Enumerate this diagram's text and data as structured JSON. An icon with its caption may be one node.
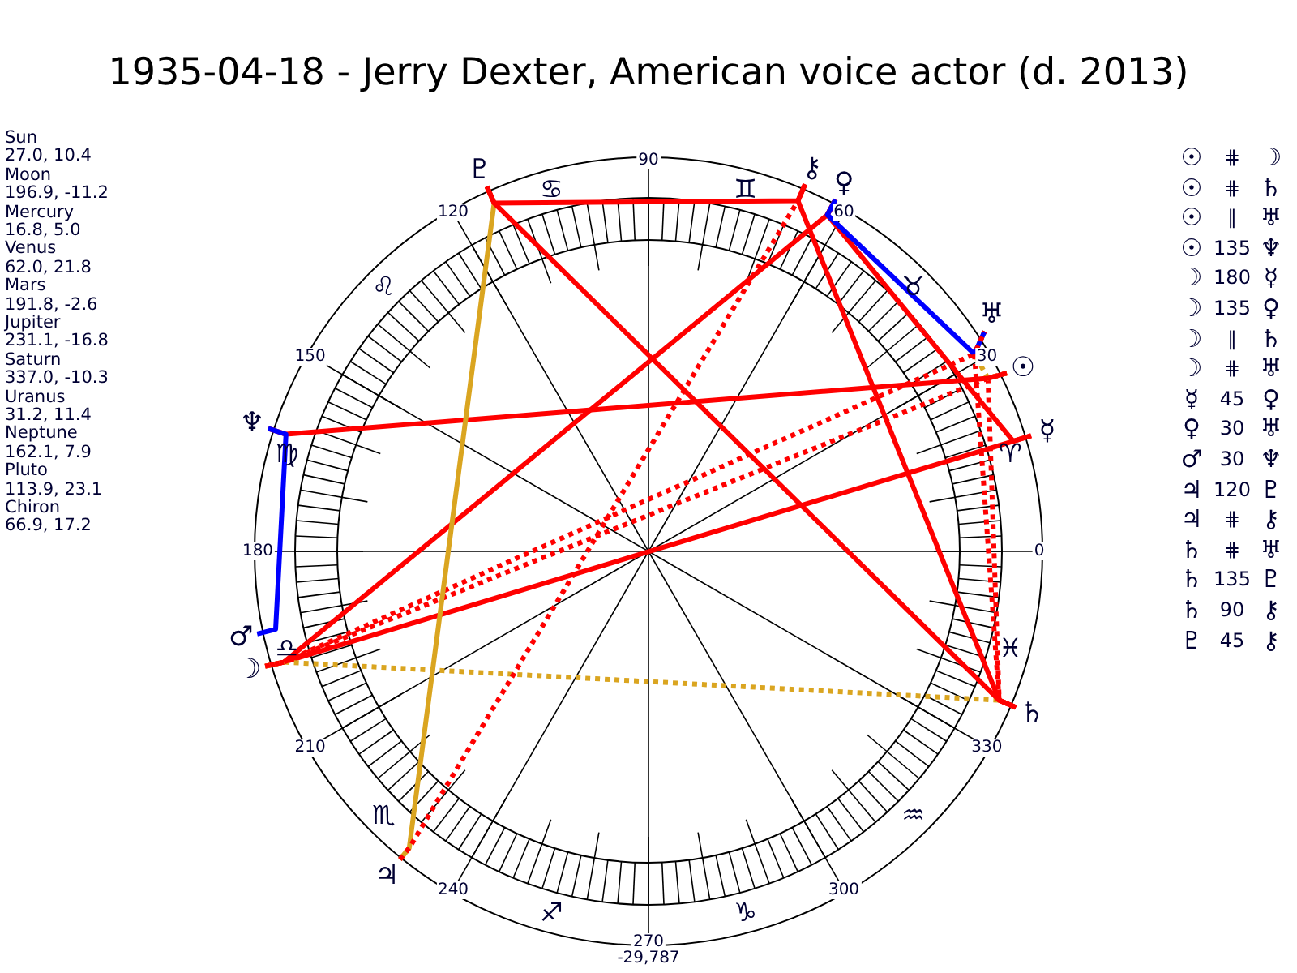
{
  "diagram": {
    "title": "1935-04-18 - Jerry Dexter, American voice actor (d. 2013)",
    "nodes": [
      {
        "text": [
          "☉"
        ]
      },
      {
        "text": [
          "☽"
        ]
      },
      {
        "text": [
          "☿"
        ]
      },
      {
        "text": [
          "♀"
        ]
      },
      {
        "text": [
          "♂"
        ]
      },
      {
        "text": [
          "♃"
        ]
      },
      {
        "text": [
          "♄"
        ]
      },
      {
        "text": [
          "♅"
        ]
      },
      {
        "text": [
          "♆"
        ]
      },
      {
        "text": [
          "♇"
        ]
      },
      {
        "text": [
          "⚷"
        ]
      }
    ],
    "edges": [
      {
        "from": 0,
        "to": 1,
        "arrow": "none",
        "style": "dashed"
      },
      {
        "from": 0,
        "to": 6,
        "arrow": "none",
        "style": "dashed"
      },
      {
        "from": 0,
        "to": 7,
        "arrow": "none",
        "style": "dashed",
        "color": "#daa520"
      },
      {
        "from": 0,
        "to": 8,
        "arrow": "none"
      },
      {
        "from": 1,
        "to": 2,
        "arrow": "none"
      },
      {
        "from": 1,
        "to": 3,
        "arrow": "none"
      },
      {
        "from": 1,
        "to": 6,
        "arrow": "none",
        "style": "dashed",
        "color": "#daa520"
      },
      {
        "from": 1,
        "to": 7,
        "arrow": "none",
        "style": "dashed"
      },
      {
        "from": 2,
        "to": 3,
        "arrow": "none"
      },
      {
        "from": 3,
        "to": 7,
        "arrow": "none",
        "color": "#0000ff"
      },
      {
        "from": 4,
        "to": 8,
        "arrow": "none",
        "color": "#0000ff"
      },
      {
        "from": 5,
        "to": 9,
        "arrow": "none",
        "color": "#daa520"
      },
      {
        "from": 5,
        "to": 10,
        "arrow": "none",
        "style": "dashed"
      },
      {
        "from": 6,
        "to": 7,
        "arrow": "none",
        "style": "dashed"
      },
      {
        "from": 6,
        "to": 9,
        "arrow": "none"
      },
      {
        "from": 6,
        "to": 10,
        "arrow": "none"
      },
      {
        "from": 9,
        "to": 10,
        "arrow": "none"
      }
    ],
    "labels": [
      "Sun",
      "27.0, 10.4",
      "Moon",
      "196.9, -11.2",
      "Mercury",
      "16.8, 5.0",
      "Venus",
      "62.0, 21.8",
      "Mars",
      "191.8, -2.6",
      "Jupiter",
      "231.1, -16.8",
      "Saturn",
      "337.0, -10.3",
      "Uranus",
      "31.2, 11.4",
      "Neptune",
      "162.1, 7.9",
      "Pluto",
      "113.9, 23.1",
      "Chiron",
      "66.9, 17.2",
      "90",
      "120",
      "60",
      "150",
      "30",
      "180",
      "0",
      "210",
      "330",
      "240",
      "300",
      "270",
      "♋",
      "♊",
      "♌",
      "♉",
      "♍",
      "♈",
      "♎",
      "♓",
      "♏",
      "♒",
      "♐",
      "♑",
      "☉",
      "⋕",
      "☽",
      "☉",
      "⋕",
      "♄",
      "☉",
      "∥",
      "♅",
      "☉",
      "135",
      "♆",
      "☽",
      "180",
      "☿",
      "☽",
      "135",
      "♀",
      "☽",
      "∥",
      "♄",
      "☽",
      "⋕",
      "♅",
      "☿",
      "45",
      "♀",
      "♀",
      "30",
      "♅",
      "♂",
      "30",
      "♆",
      "♃",
      "120",
      "♇",
      "♃",
      "⋕",
      "⚷",
      "♄",
      "⋕",
      "♅",
      "♄",
      "135",
      "♇",
      "♄",
      "90",
      "⚷",
      "♇",
      "45",
      "⚷",
      "-29,787"
    ]
  }
}
